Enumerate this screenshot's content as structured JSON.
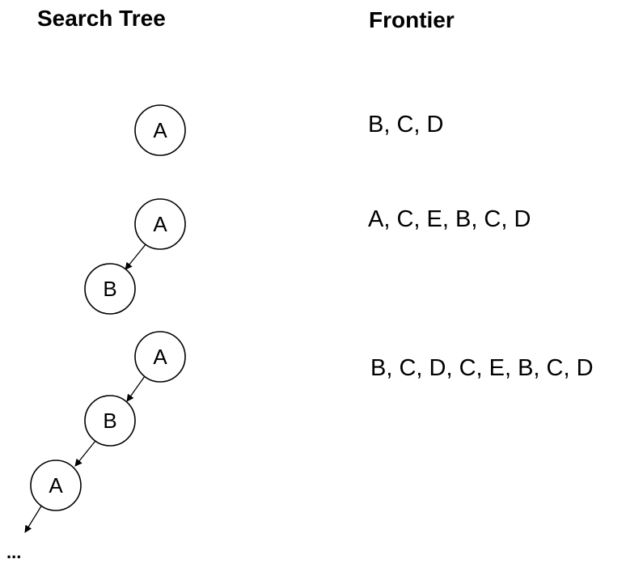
{
  "headings": {
    "search_tree": "Search Tree",
    "frontier": "Frontier"
  },
  "steps": [
    {
      "frontier": "B, C, D",
      "nodes": [
        "A"
      ]
    },
    {
      "frontier": "A, C, E, B, C, D",
      "nodes": [
        "A",
        "B"
      ]
    },
    {
      "frontier": "B, C, D, C, E, B, C, D",
      "nodes": [
        "A",
        "B",
        "A"
      ]
    }
  ],
  "continuation": "..."
}
